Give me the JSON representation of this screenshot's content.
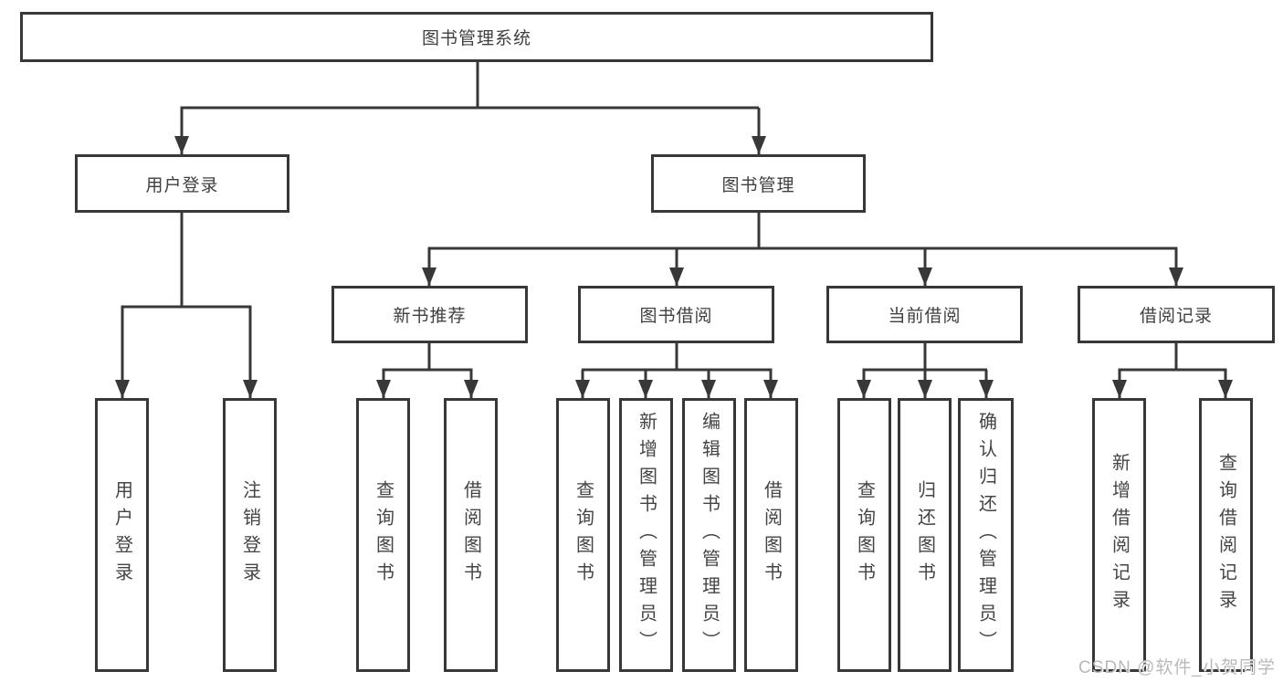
{
  "watermark": "CSDN @软件_小贺同学",
  "tree": {
    "root": {
      "label": "图书管理系统"
    },
    "branches": {
      "user_login": {
        "label": "用户登录",
        "children": {
          "c1": "用户登录",
          "c2": "注销登录"
        }
      },
      "book_mgmt": {
        "label": "图书管理",
        "sections": {
          "new_book_rec": {
            "label": "新书推荐",
            "children": {
              "c1": "查询图书",
              "c2": "借阅图书"
            }
          },
          "book_borrow": {
            "label": "图书借阅",
            "children": {
              "c1": "查询图书",
              "c2": "新增图书（管理员）",
              "c3": "编辑图书（管理员）",
              "c4": "借阅图书"
            }
          },
          "current_borrow": {
            "label": "当前借阅",
            "children": {
              "c1": "查询图书",
              "c2": "归还图书",
              "c3": "确认归还（管理员）"
            }
          },
          "borrow_records": {
            "label": "借阅记录",
            "children": {
              "c1": "新增借阅记录",
              "c2": "查询借阅记录"
            }
          }
        }
      }
    }
  },
  "colors": {
    "line": "#383838",
    "box_border": "#383838",
    "text": "#404040",
    "watermark": "#b9b9b9",
    "background": "#ffffff"
  }
}
